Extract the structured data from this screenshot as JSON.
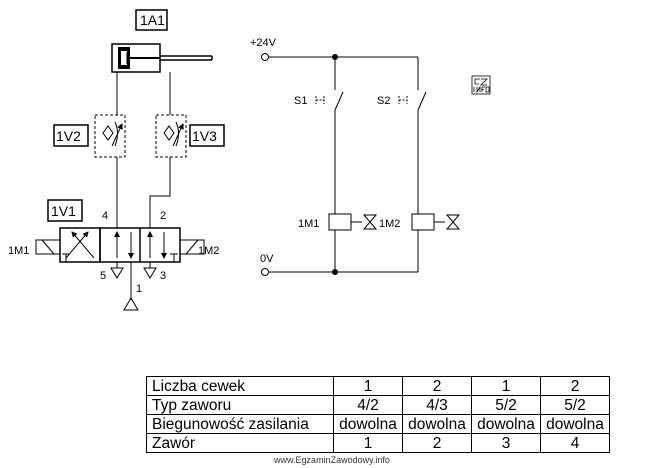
{
  "pneumatic": {
    "actuator_tag": "1A1",
    "throttle_left_tag": "1V2",
    "throttle_right_tag": "1V3",
    "valve_tag": "1V1",
    "coil_left": "1M1",
    "coil_right": "1M2",
    "port_a": "4",
    "port_b": "2",
    "port_exhaust_left": "5",
    "port_exhaust_right": "3",
    "port_supply": "1"
  },
  "electric": {
    "supply_plus": "+24V",
    "supply_zero": "0V",
    "switch_1": "S1",
    "switch_2": "S2",
    "coil_1": "1M1",
    "coil_2": "1M2"
  },
  "logo_text": "EZ INFO",
  "table": {
    "rows": [
      {
        "label": "Liczba cewek",
        "cells": [
          "1",
          "2",
          "1",
          "2"
        ]
      },
      {
        "label": "Typ zaworu",
        "cells": [
          "4/2",
          "4/3",
          "5/2",
          "5/2"
        ]
      },
      {
        "label": "Biegunowość zasilania",
        "cells": [
          "dowolna",
          "dowolna",
          "dowolna",
          "dowolna"
        ]
      },
      {
        "label": "Zawór",
        "cells": [
          "1",
          "2",
          "3",
          "4"
        ]
      }
    ]
  },
  "footer": "www.EgzaminZawodowy.info"
}
